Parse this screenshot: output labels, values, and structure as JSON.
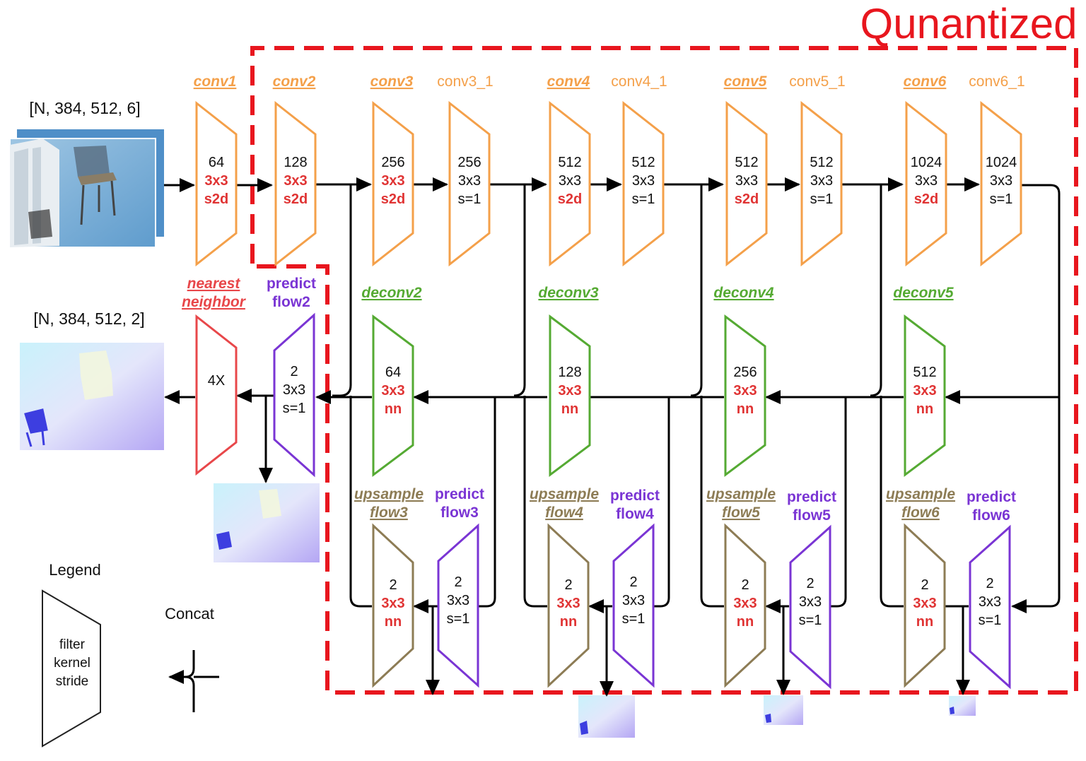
{
  "title": "Qunantized",
  "colors": {
    "conv": "#f4a04a",
    "deconv": "#55aa33",
    "predict": "#7a35d4",
    "upsample": "#8d7c55",
    "nearest": "#e8474a",
    "red_text": "#e03434",
    "quant_box": "#e8161e"
  },
  "input_shape": "[N, 384, 512, 6]",
  "output_shape": "[N, 384, 512, 2]",
  "encoder": [
    {
      "name": "conv1",
      "underlined": true,
      "filters": "64",
      "kernel": "3x3",
      "stride": "s2d"
    },
    {
      "name": "conv2",
      "underlined": true,
      "filters": "128",
      "kernel": "3x3",
      "stride": "s2d"
    },
    {
      "name": "conv3",
      "underlined": true,
      "filters": "256",
      "kernel": "3x3",
      "stride": "s2d"
    },
    {
      "name": "conv3_1",
      "underlined": false,
      "filters": "256",
      "kernel": "3x3",
      "stride": "s=1"
    },
    {
      "name": "conv4",
      "underlined": true,
      "filters": "512",
      "kernel": "3x3",
      "stride": "s2d"
    },
    {
      "name": "conv4_1",
      "underlined": false,
      "filters": "512",
      "kernel": "3x3",
      "stride": "s=1"
    },
    {
      "name": "conv5",
      "underlined": true,
      "filters": "512",
      "kernel": "3x3",
      "stride": "s2d"
    },
    {
      "name": "conv5_1",
      "underlined": false,
      "filters": "512",
      "kernel": "3x3",
      "stride": "s=1"
    },
    {
      "name": "conv6",
      "underlined": true,
      "filters": "1024",
      "kernel": "3x3",
      "stride": "s2d"
    },
    {
      "name": "conv6_1",
      "underlined": false,
      "filters": "1024",
      "kernel": "3x3",
      "stride": "s=1"
    }
  ],
  "deconv": [
    {
      "name": "deconv2",
      "filters": "64",
      "kernel": "3x3",
      "stride": "nn"
    },
    {
      "name": "deconv3",
      "filters": "128",
      "kernel": "3x3",
      "stride": "nn"
    },
    {
      "name": "deconv4",
      "filters": "256",
      "kernel": "3x3",
      "stride": "nn"
    },
    {
      "name": "deconv5",
      "filters": "512",
      "kernel": "3x3",
      "stride": "nn"
    }
  ],
  "upsample": [
    {
      "name_line1": "upsample",
      "name_line2": "flow3",
      "filters": "2",
      "kernel": "3x3",
      "stride": "nn"
    },
    {
      "name_line1": "upsample",
      "name_line2": "flow4",
      "filters": "2",
      "kernel": "3x3",
      "stride": "nn"
    },
    {
      "name_line1": "upsample",
      "name_line2": "flow5",
      "filters": "2",
      "kernel": "3x3",
      "stride": "nn"
    },
    {
      "name_line1": "upsample",
      "name_line2": "flow6",
      "filters": "2",
      "kernel": "3x3",
      "stride": "nn"
    }
  ],
  "predict": [
    {
      "name_line1": "predict",
      "name_line2": "flow2",
      "filters": "2",
      "kernel": "3x3",
      "stride": "s=1"
    },
    {
      "name_line1": "predict",
      "name_line2": "flow3",
      "filters": "2",
      "kernel": "3x3",
      "stride": "s=1"
    },
    {
      "name_line1": "predict",
      "name_line2": "flow4",
      "filters": "2",
      "kernel": "3x3",
      "stride": "s=1"
    },
    {
      "name_line1": "predict",
      "name_line2": "flow5",
      "filters": "2",
      "kernel": "3x3",
      "stride": "s=1"
    },
    {
      "name_line1": "predict",
      "name_line2": "flow6",
      "filters": "2",
      "kernel": "3x3",
      "stride": "s=1"
    }
  ],
  "nearest": {
    "name_line1": "nearest",
    "name_line2": "neighbor",
    "label": "4X"
  },
  "legend": {
    "title": "Legend",
    "line1": "filter",
    "line2": "kernel",
    "line3": "stride",
    "concat": "Concat"
  }
}
